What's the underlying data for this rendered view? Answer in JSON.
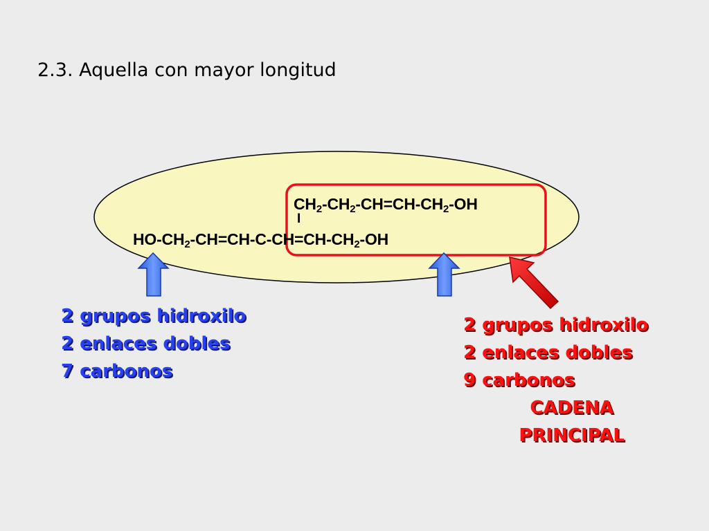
{
  "slide": {
    "title": "2.3. Aquella con mayor longitud"
  },
  "molecule": {
    "top_chain": {
      "p1": "CH",
      "s1": "2",
      "p2": "-CH",
      "s2": "2",
      "p3": "-CH=CH-CH",
      "s3": "2",
      "p4": "-OH"
    },
    "bond": "I",
    "main_chain": {
      "p1": "HO-CH",
      "s1": "2",
      "p2": "-CH=CH-C-CH=CH-CH",
      "s2": "2",
      "p3": "-OH"
    }
  },
  "left_info": {
    "line1": "2 grupos hidroxilo",
    "line2": "2 enlaces dobles",
    "line3": "7 carbonos"
  },
  "right_info": {
    "line1": "2 grupos hidroxilo",
    "line2": "2 enlaces dobles",
    "line3": "9 carbonos",
    "line4": "CADENA",
    "line5": "PRINCIPAL"
  },
  "colors": {
    "ellipse_fill": "#f9f6c0",
    "highlight_box": "#e8101c",
    "blue_arrow": "#3c6ef0",
    "red_arrow": "#e81010",
    "left_text": "#2740f0",
    "right_text": "#ff1010"
  }
}
